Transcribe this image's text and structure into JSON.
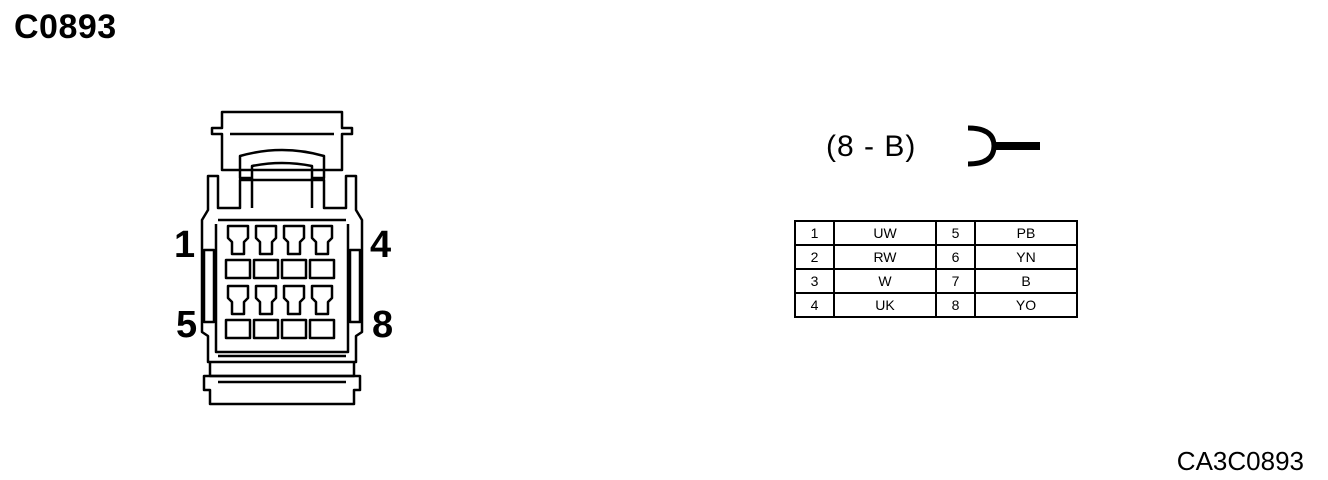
{
  "title": "C0893",
  "connector_code": "(8 - B)",
  "image_code": "CA3C0893",
  "pin_labels": {
    "top_left": "1",
    "top_right": "4",
    "bottom_left": "5",
    "bottom_right": "8"
  },
  "pins": [
    {
      "left_pin": "1",
      "left_color": "UW",
      "right_pin": "5",
      "right_color": "PB"
    },
    {
      "left_pin": "2",
      "left_color": "RW",
      "right_pin": "6",
      "right_color": "YN"
    },
    {
      "left_pin": "3",
      "left_color": "W",
      "right_pin": "7",
      "right_color": "B"
    },
    {
      "left_pin": "4",
      "left_color": "UK",
      "right_pin": "8",
      "right_color": "YO"
    }
  ],
  "icons": {
    "connector": "connector-face-icon",
    "plug": "plug-symbol-icon"
  }
}
